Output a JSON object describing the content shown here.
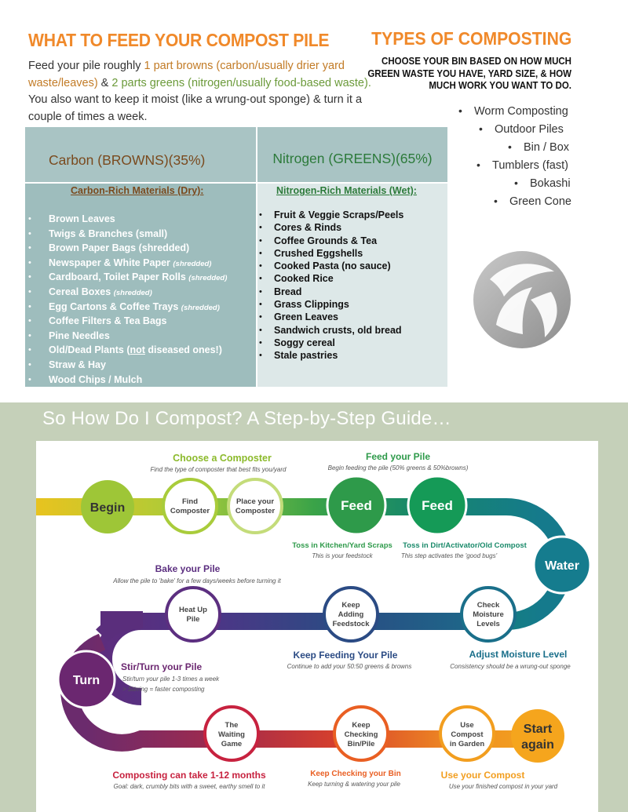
{
  "feed": {
    "title": "WHAT TO FEED YOUR COMPOST PILE",
    "intro_pre": "Feed your pile roughly ",
    "intro_browns": "1 part browns (carbon/usually drier yard waste/leaves)",
    "intro_mid": " & ",
    "intro_greens": "2 parts greens (nitrogen/usually food-based waste).",
    "intro_post": "  You also want to keep it moist (like a wrung-out sponge) & turn it a couple of times a week."
  },
  "types": {
    "title": "TYPES OF COMPOSTING",
    "subtitle": "CHOOSE YOUR BIN BASED ON HOW MUCH GREEN WASTE YOU HAVE, YARD SIZE, & HOW MUCH WORK YOU WANT TO DO.",
    "items": [
      "Worm Composting",
      "Outdoor Piles",
      "Bin / Box",
      "Tumblers (fast)",
      "Bokashi",
      "Green Cone"
    ]
  },
  "table": {
    "carbon_header": "Carbon (BROWNS)(35%)",
    "nitrogen_header": "Nitrogen (GREENS)(65%)",
    "carbon_sub": "Carbon-Rich Materials (Dry):",
    "nitrogen_sub": "Nitrogen-Rich Materials (Wet):",
    "carbon_items": [
      {
        "text": "Brown Leaves",
        "note": ""
      },
      {
        "text": "Twigs & Branches (small)",
        "note": ""
      },
      {
        "text": "Brown Paper Bags (shredded)",
        "note": ""
      },
      {
        "text": "Newspaper & White Paper ",
        "note": "(shredded)"
      },
      {
        "text": "Cardboard, Toilet Paper Rolls ",
        "note": "(shredded)"
      },
      {
        "text": "Cereal Boxes ",
        "note": "(shredded)"
      },
      {
        "text": "Egg Cartons & Coffee Trays ",
        "note": "(shredded)"
      },
      {
        "text": "Coffee Filters & Tea Bags",
        "note": ""
      },
      {
        "text": "Pine Needles",
        "note": ""
      },
      {
        "text": "Old/Dead Plants (",
        "underline": "not",
        "after": " diseased ones!)"
      },
      {
        "text": "Straw & Hay",
        "note": ""
      },
      {
        "text": "Wood Chips / Mulch",
        "note": ""
      }
    ],
    "nitrogen_items": [
      "Fruit & Veggie Scraps/Peels",
      "Cores & Rinds",
      "Coffee Grounds & Tea",
      "Crushed Eggshells",
      "Cooked Pasta (no sauce)",
      "Cooked Rice",
      "Bread",
      "Grass Clippings",
      "Green Leaves",
      "Sandwich crusts, old bread",
      "Soggy cereal",
      "Stale pastries"
    ]
  },
  "guide": {
    "title": "So How Do I Compost?  A Step-by-Step Guide…",
    "nodes": {
      "begin": "Begin",
      "find": [
        "Find",
        "Composter"
      ],
      "place": [
        "Place your",
        "Composter"
      ],
      "feed1": "Feed",
      "feed2": "Feed",
      "water": "Water",
      "check": [
        "Check",
        "Moisture",
        "Levels"
      ],
      "adding": [
        "Keep",
        "Adding",
        "Feedstock"
      ],
      "heat": [
        "Heat Up",
        "Pile"
      ],
      "turn": "Turn",
      "waiting": [
        "The",
        "Waiting",
        "Game"
      ],
      "checking": [
        "Keep",
        "Checking",
        "Bin/Pile"
      ],
      "use": [
        "Use",
        "Compost",
        "in Garden"
      ],
      "start": [
        "Start",
        "again"
      ]
    },
    "labels": {
      "choose_title": "Choose a Composter",
      "choose_desc": "Find the type of composter that best fits you/yard",
      "feedpile_title": "Feed your Pile",
      "feedpile_desc": "Begin feeding the pile (50% greens & 50%browns)",
      "toss1_title": "Toss in Kitchen/Yard Scraps",
      "toss1_desc": "This is your feedstock",
      "toss2_title": "Toss in Dirt/Activator/Old Compost",
      "toss2_desc": "This step activates the 'good bugs'",
      "bake_title": "Bake your Pile",
      "bake_desc": "Allow the pile to 'bake' for a few days/weeks before turning it",
      "keepfeed_title": "Keep Feeding Your Pile",
      "keepfeed_desc": "Continue to add your 50:50 greens & browns",
      "moisture_title": "Adjust Moisture Level",
      "moisture_desc": "Consistency should be a wrung-out sponge",
      "stir_title": "Stir/Turn your Pile",
      "stir_desc1": "Stir/turn your pile 1-3 times a week",
      "stir_desc2": "> Stirring = faster composting",
      "months_title": "Composting can take 1-12 months",
      "months_desc": "Goal: dark, crumbly bits with a sweet, earthy smell to it",
      "keepcheck_title": "Keep Checking your Bin",
      "keepcheck_desc": "Keep turning & watering your pile",
      "usecompost_title": "Use your Compost",
      "usecompost_desc": "Use your finished compost in your yard"
    }
  },
  "colors": {
    "orange_title": "#f0892a",
    "brown_text": "#7a4a1e",
    "green_text": "#2c7a3a",
    "table_header": "#a9c4c4",
    "guide_frame": "#c5d0b9"
  }
}
